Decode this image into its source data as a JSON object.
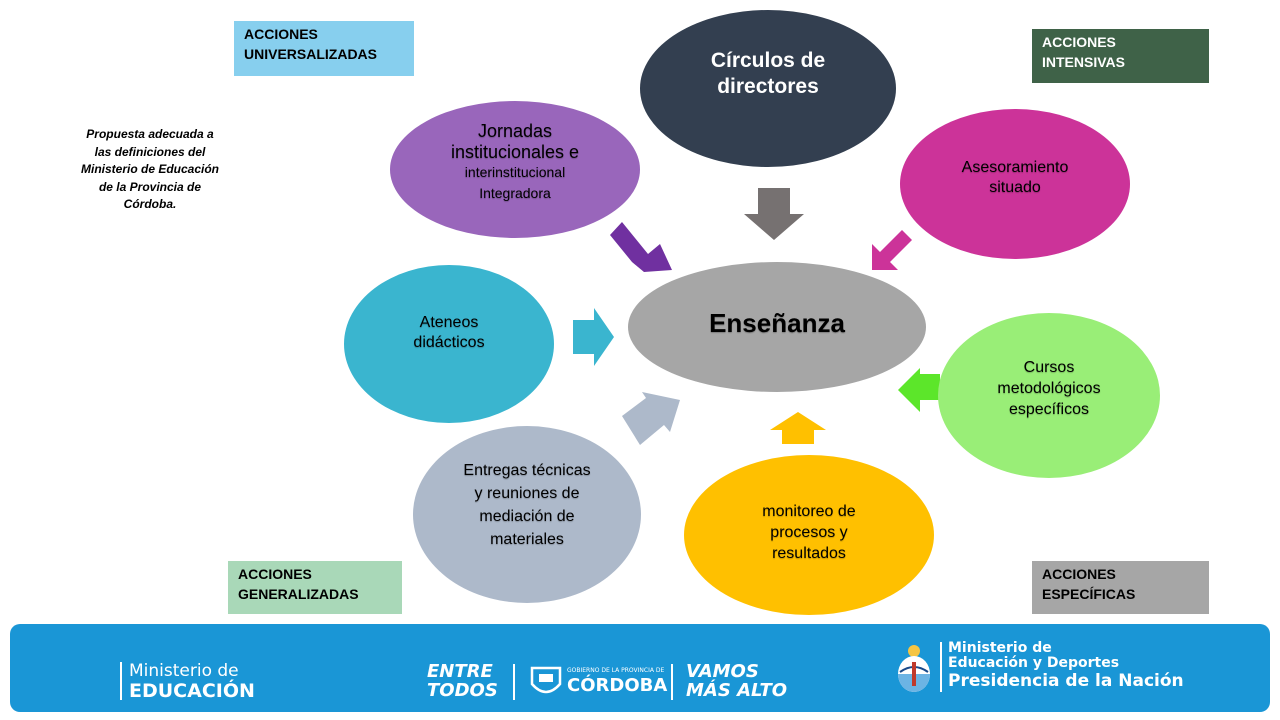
{
  "labels": {
    "universalizadas": "ACCIONES UNIVERSALIZADAS",
    "intensivas": "ACCIONES INTENSIVAS",
    "generalizadas": "ACCIONES GENERALIZADAS",
    "especificas": "ACCIONES ESPECÍFICAS"
  },
  "note": "Propuesta adecuada a las definiciones del Ministerio de Educación de la Provincia de Córdoba.",
  "center": {
    "label": "Enseñanza",
    "color": "#a6a6a6"
  },
  "nodes": {
    "circulos": {
      "line1": "Círculos de",
      "line2": "directores",
      "color": "#333f50"
    },
    "jornadas": {
      "line1": "Jornadas",
      "line2": "institucionales e",
      "line3": "interinstitucional",
      "line4": "Integradora",
      "color": "#9966bb"
    },
    "asesoramiento": {
      "line1": "Asesoramiento",
      "line2": "situado",
      "color": "#cc3399"
    },
    "ateneos": {
      "line1": "Ateneos",
      "line2": "didácticos",
      "color": "#3ab5cf"
    },
    "cursos": {
      "line1": "Cursos",
      "line2": "metodológicos",
      "line3": "específicos",
      "color": "#99ee77"
    },
    "entregas": {
      "line1": "Entregas técnicas",
      "line2": "y reuniones de",
      "line3": "mediación de",
      "line4": "materiales",
      "color": "#adb9ca"
    },
    "monitoreo": {
      "line1": "monitoreo de",
      "line2": "procesos y",
      "line3": "resultados",
      "color": "#ffc000"
    }
  },
  "footer": {
    "ministerio_line1": "Ministerio de",
    "ministerio_line2": "EDUCACIÓN",
    "entre": "ENTRE",
    "todos": "TODOS",
    "gobierno": "GOBIERNO DE LA PROVINCIA DE",
    "cordoba": "CÓRDOBA",
    "vamos": "VAMOS",
    "mas_alto": "MÁS ALTO",
    "nacion_line1": "Ministerio de",
    "nacion_line2": "Educación y Deportes",
    "nacion_line3": "Presidencia de la Nación"
  }
}
